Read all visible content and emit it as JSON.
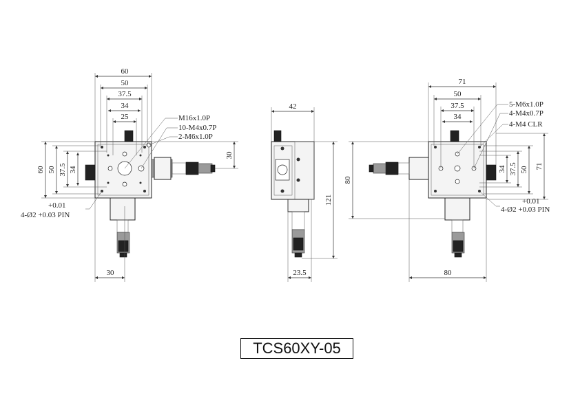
{
  "title": "TCS60XY-05",
  "top_view": {
    "dims": {
      "w60": "60",
      "w50": "50",
      "w37_5": "37.5",
      "w34": "34",
      "w25": "25",
      "h60": "60",
      "h50": "50",
      "h37_5": "37.5",
      "h34": "34",
      "right30": "30",
      "bottom30": "30"
    },
    "notes": {
      "m16": "M16x1.0P",
      "m4": "10-M4x0.7P",
      "m6": "2-M6x1.0P",
      "pin_tol": "+0.01",
      "pin": "4-Ø2 +0.03 PIN"
    }
  },
  "side_view": {
    "dims": {
      "w42": "42",
      "h121": "121",
      "b23_5": "23.5"
    }
  },
  "right_view": {
    "dims": {
      "w71": "71",
      "w50": "50",
      "w37_5": "37.5",
      "w34": "34",
      "h80": "80",
      "r34": "34",
      "r37_5": "37.5",
      "r50": "50",
      "r71": "71",
      "bottom80": "80"
    },
    "notes": {
      "m6": "5-M6x1.0P",
      "m4": "4-M4x0.7P",
      "clr": "4-M4 CLR",
      "pin_tol": "+0.01",
      "pin": "4-Ø2 +0.03 PIN"
    }
  }
}
